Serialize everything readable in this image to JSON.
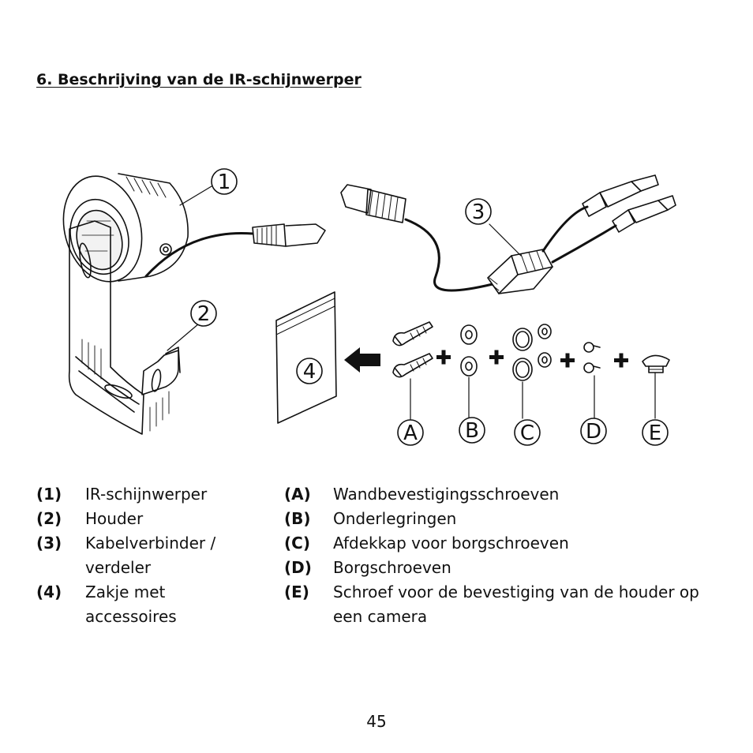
{
  "heading": "6. Beschrijving van de IR-schijnwerper",
  "callouts": {
    "c1": "1",
    "c2": "2",
    "c3": "3",
    "c4": "4",
    "a": "A",
    "b": "B",
    "c": "C",
    "d": "D",
    "e": "E"
  },
  "legend_left": [
    {
      "code": "(1)",
      "text": "IR-schijnwerper"
    },
    {
      "code": "(2)",
      "text": "Houder"
    },
    {
      "code": "(3)",
      "text": "Kabelverbinder / verdeler"
    },
    {
      "code": "(4)",
      "text": "Zakje met accessoires"
    }
  ],
  "legend_right": [
    {
      "code": "(A)",
      "text": "Wandbevestigingsschroeven"
    },
    {
      "code": "(B)",
      "text": "Onderlegringen"
    },
    {
      "code": "(C)",
      "text": "Afdekkap voor borgschroeven"
    },
    {
      "code": "(D)",
      "text": "Borgschroeven"
    },
    {
      "code": "(E)",
      "text": "Schroef voor de bevestiging van de houder op een camera"
    }
  ],
  "page_number": "45"
}
